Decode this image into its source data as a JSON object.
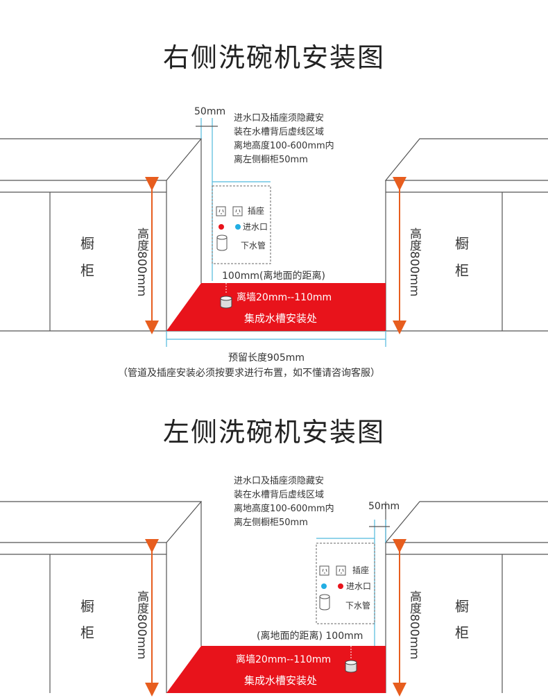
{
  "colors": {
    "accent_red": "#e8131b",
    "arrow_orange": "#e75d1e",
    "cyan": "#22aee3",
    "line": "#555555",
    "guide_cyan": "#4fb9dd"
  },
  "right": {
    "title": "右侧洗碗机安装图",
    "gap": "50mm",
    "note": [
      "进水口及插座须隐藏安",
      "装在水槽背后虚线区域",
      "离地高度100-600mm内",
      "离左侧橱柜50mm"
    ],
    "cabinet_left": [
      "橱",
      "柜"
    ],
    "cabinet_right": [
      "橱",
      "柜"
    ],
    "height_left": "高度800mm",
    "height_right": "高度800mm",
    "socket": "插座",
    "inlet": "进水口",
    "drain": "下水管",
    "floor_dist": "100mm(离地面的距离)",
    "wall_dist": "离墙20mm--110mm",
    "sink": "集成水槽安装处",
    "length": "预留长度905mm",
    "footnote": "（管道及插座安装必须按要求进行布置，如不懂请咨询客服）"
  },
  "left": {
    "title": "左侧洗碗机安装图",
    "gap": "50mm",
    "note": [
      "进水口及插座须隐藏安",
      "装在水槽背后虚线区域",
      "离地高度100-600mm内",
      "离左侧橱柜50mm"
    ],
    "cabinet_left": [
      "橱",
      "柜"
    ],
    "cabinet_right": [
      "橱",
      "柜"
    ],
    "height_left": "高度800mm",
    "height_right": "高度800mm",
    "socket": "插座",
    "inlet": "进水口",
    "drain": "下水管",
    "floor_dist": "(离地面的距离) 100mm",
    "wall_dist": "离墙20mm--110mm",
    "sink": "集成水槽安装处"
  }
}
